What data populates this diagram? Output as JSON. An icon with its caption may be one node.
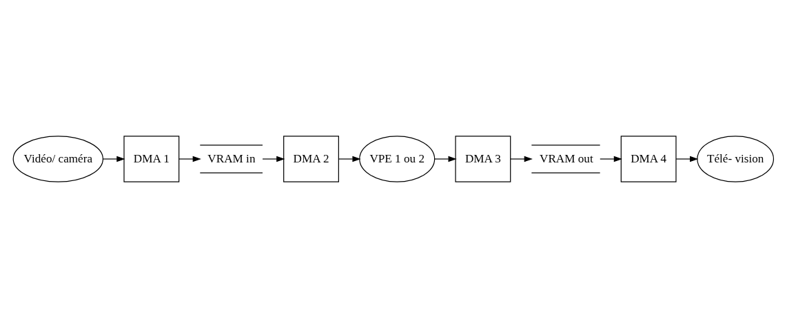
{
  "diagram": {
    "nodes": [
      {
        "text": [
          "Vidéo/ caméra"
        ]
      },
      {
        "text": [
          "DMA 1"
        ]
      },
      {
        "text": [
          "VRAM in"
        ]
      },
      {
        "text": [
          "DMA 2"
        ]
      },
      {
        "text": [
          "VPE 1 ou 2"
        ]
      },
      {
        "text": [
          "DMA 3"
        ]
      },
      {
        "text": [
          "VRAM out"
        ]
      },
      {
        "text": [
          "DMA 4"
        ]
      },
      {
        "text": [
          "Télé- vision"
        ]
      }
    ],
    "edges": [
      {
        "from": 0,
        "to": 1,
        "arrow": "to"
      },
      {
        "from": 1,
        "to": 2,
        "arrow": "to"
      },
      {
        "from": 2,
        "to": 3,
        "arrow": "to"
      },
      {
        "from": 3,
        "to": 4,
        "arrow": "to"
      },
      {
        "from": 4,
        "to": 5,
        "arrow": "to"
      },
      {
        "from": 5,
        "to": 6,
        "arrow": "to"
      },
      {
        "from": 6,
        "to": 7,
        "arrow": "to"
      },
      {
        "from": 7,
        "to": 8,
        "arrow": "to"
      }
    ]
  }
}
